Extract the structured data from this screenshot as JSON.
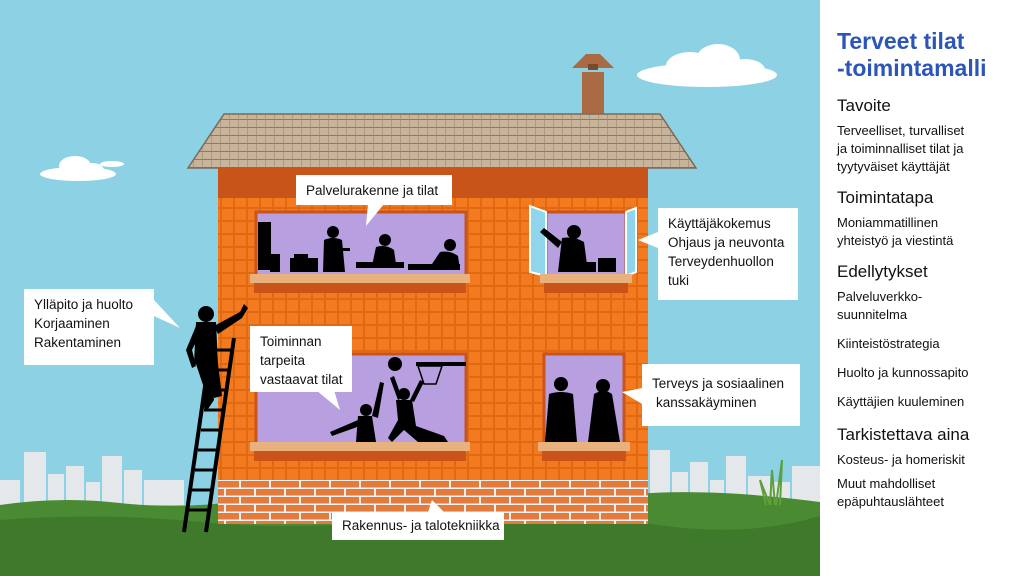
{
  "callouts": {
    "palvelurakenne": [
      "Palvelurakenne ja tilat"
    ],
    "kayttaja": [
      "Käyttäjäkokemus",
      "Ohjaus ja neuvonta",
      "Terveydenhuollon",
      "tuki"
    ],
    "yllapito": [
      "Ylläpito ja huolto",
      "Korjaaminen",
      "Rakentaminen"
    ],
    "toiminnan": [
      "Toiminnan",
      "tarpeita",
      "vastaavat tilat"
    ],
    "terveys": [
      "Terveys ja sosiaalinen",
      "kanssakäyminen"
    ],
    "rakennus": [
      "Rakennus- ja talotekniikka"
    ]
  },
  "panel": {
    "title_line1": "Terveet tilat",
    "title_line2": "-toimintamalli",
    "tavoite_heading": "Tavoite",
    "tavoite_lines": [
      "Terveelliset, turvalliset",
      "ja toiminnalliset tilat ja",
      "tyytyväiset käyttäjät"
    ],
    "toimintatapa_heading": "Toimintatapa",
    "toimintatapa_lines": [
      "Moniammatillinen",
      "yhteistyö ja viestintä"
    ],
    "edellytykset_heading": "Edellytykset",
    "edellytykset_items": [
      [
        "Palveluverkko-",
        "suunnitelma"
      ],
      [
        "Kiinteistöstrategia"
      ],
      [
        "Huolto ja kunnossapito"
      ],
      [
        "Käyttäjien kuuleminen"
      ]
    ],
    "tarkistettava_heading": "Tarkistettava aina",
    "tarkistettava_items": [
      [
        "Kosteus- ja homeriskit"
      ],
      [
        "Muut mahdolliset",
        "epäpuhtauslähteet"
      ]
    ]
  },
  "colors": {
    "sky": "#8dd2e4",
    "wall": "#f47a20",
    "wall_dark": "#c9541a",
    "window": "#b79fe0",
    "sill": "#e8b17d",
    "grass": "#4a8a33",
    "title_blue": "#2b55b8"
  }
}
